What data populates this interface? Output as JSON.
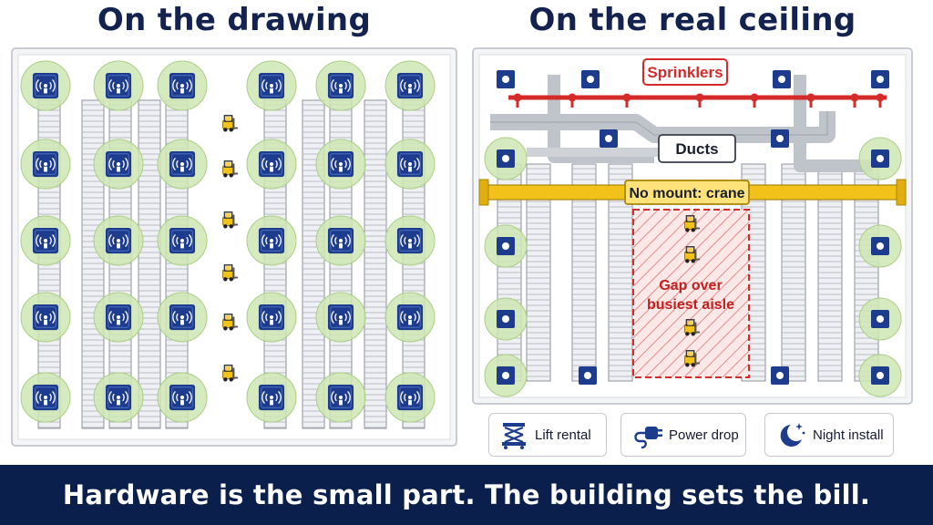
{
  "titles": {
    "left": "On the drawing",
    "right": "On the real ceiling"
  },
  "right_panel": {
    "sprinklers_label": "Sprinklers",
    "ducts_label": "Ducts",
    "no_mount_label": "No mount: crane",
    "gap_label_line1": "Gap over",
    "gap_label_line2": "busiest aisle"
  },
  "costs": [
    {
      "label": "Lift rental",
      "icon": "scissor-lift-icon"
    },
    {
      "label": "Power drop",
      "icon": "power-plug-icon"
    },
    {
      "label": "Night install",
      "icon": "moon-stars-icon"
    }
  ],
  "footer": {
    "caption": "Hardware is the small part. The building sets the bill."
  },
  "colors": {
    "navy": "#14224f",
    "footer_bg": "#0b1f4d",
    "sprinkler_red": "#d42a2a",
    "crane_yellow": "#f2c21b",
    "coverage_green": "#cfe6b4",
    "sensor_blue": "#1d3c8e"
  }
}
